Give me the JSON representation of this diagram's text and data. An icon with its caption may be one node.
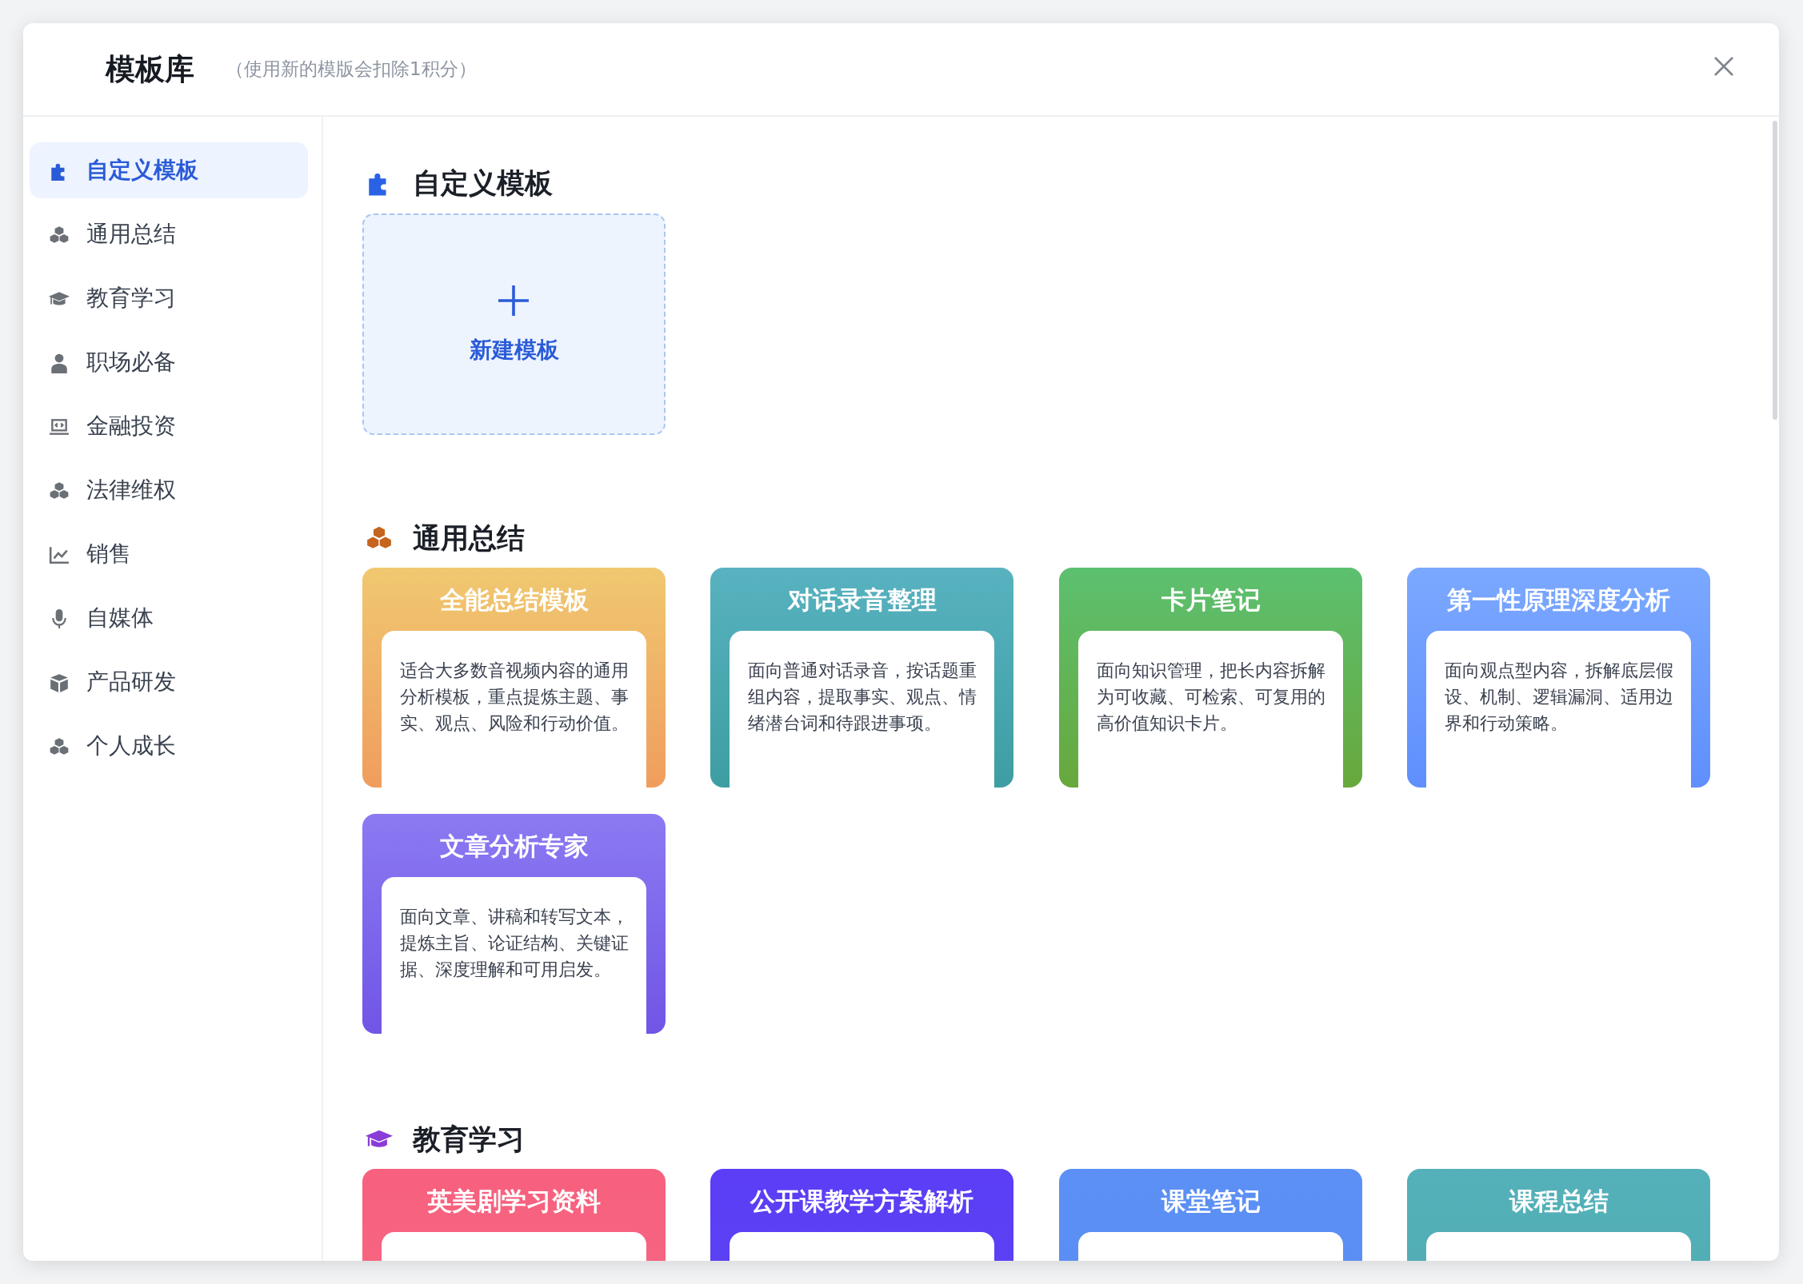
{
  "diagram": {
    "title": "模板库",
    "nodes": [
      {
        "text": [
          "新建模板"
        ]
      },
      {
        "text": [
          "全能总结模板",
          "适合大多数音视频内容的通用分析模板，重点提炼主题、事实、观点、风险和行动价值。"
        ]
      },
      {
        "text": [
          "对话录音整理",
          "面向普通对话录音，按话题重组内容，提取事实、观点、情绪潜台词和待跟进事项。"
        ]
      },
      {
        "text": [
          "卡片笔记",
          "面向知识管理，把长内容拆解为可收藏、可检索、可复用的高价值知识卡片。"
        ]
      },
      {
        "text": [
          "第一性原理深度分析",
          "面向观点型内容，拆解底层假设、机制、逻辑漏洞、适用边界和行动策略。"
        ]
      },
      {
        "text": [
          "文章分析专家",
          "面向文章、讲稿和转写文本，提炼主旨、论证结构、关键证据、深度理解和可用启发。"
        ]
      },
      {
        "text": [
          "英美剧学习资料"
        ]
      },
      {
        "text": [
          "公开课教学方案解析"
        ]
      },
      {
        "text": [
          "课堂笔记"
        ]
      },
      {
        "text": [
          "课程总结"
        ]
      }
    ],
    "edges": [],
    "labels": [
      "（使用新的模版会扣除1积分）",
      "自定义模板",
      "通用总结",
      "教育学习",
      "职场必备",
      "金融投资",
      "法律维权",
      "销售",
      "自媒体",
      "产品研发",
      "个人成长",
      "自定义模板",
      "通用总结",
      "教育学习"
    ]
  }
}
